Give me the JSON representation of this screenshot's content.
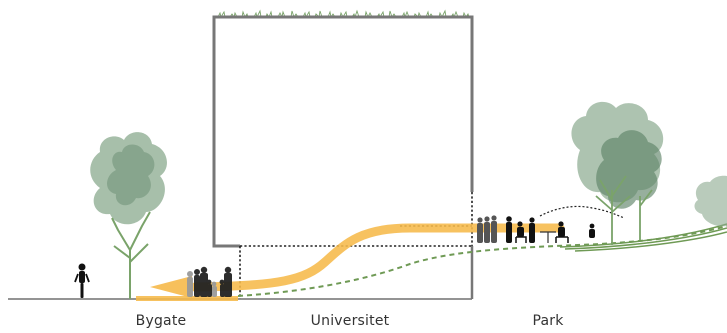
{
  "labels": {
    "left": "Bygate",
    "center": "Universitet",
    "right": "Park"
  },
  "colors": {
    "building_outline": "#777777",
    "flow_arrow": "#f6b94a",
    "dashed_path": "#6f9a55",
    "ground": "#555555",
    "tree_canopy": "#8aa98e",
    "tree_trunk": "#6f9a55",
    "people": "#222222"
  },
  "icons": [
    "cyclist-icon",
    "tree-icon",
    "people-group-icon",
    "seated-people-icon",
    "roof-grass-icon"
  ]
}
